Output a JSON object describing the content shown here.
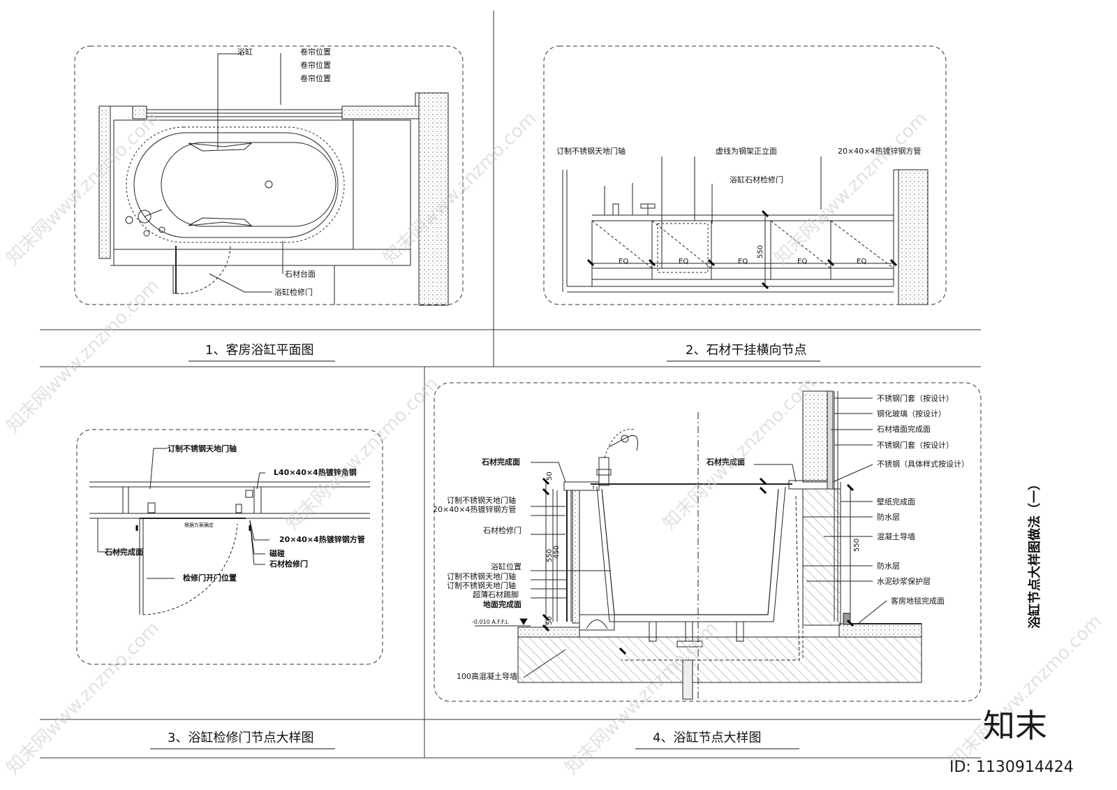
{
  "sheet_title": "浴缸节点大样图做法（一）",
  "panels": {
    "p1": {
      "title": "1、客房浴缸平面图",
      "labels": [
        "浴缸",
        "卷帘位置",
        "卷帘位置",
        "卷帘位置",
        "石材台面",
        "浴缸检修门"
      ]
    },
    "p2": {
      "title": "2、石材干挂横向节点",
      "labels": [
        "订制不锈钢天地门轴",
        "虚线为钢架正立面",
        "20×40×4热镀锌钢方管",
        "浴缸石材检修门"
      ],
      "dims": [
        "EQ",
        "EQ",
        "EQ",
        "EQ",
        "EQ",
        "550"
      ]
    },
    "p3": {
      "title": "3、浴缸检修门节点大样图",
      "labels": [
        "订制不锈钢天地门轴",
        "L40×40×4热镀锌角钢",
        "石材完成面",
        "20×40×4热镀锌钢方管",
        "磁碰",
        "石材检修门",
        "检修门开门位置"
      ],
      "note": "根据方案确定"
    },
    "p4": {
      "title": "4、浴缸节点大样图",
      "left_labels": [
        "石材完成面",
        "订制不锈钢天地门轴",
        "20×40×4热镀锌钢方管",
        "石材检修门",
        "浴缸位置",
        "订制不锈钢天地门轴",
        "订制不锈钢天地门轴",
        "超薄石材踢脚",
        "地面完成面",
        "100高混凝土导墙"
      ],
      "center_label": "石材完成面",
      "right_labels": [
        "不锈钢门套（按设计）",
        "钢化玻璃（按设计）",
        "石材墙面完成面",
        "不锈钢门套（按设计）",
        "不锈钢（具体样式按设计）",
        "壁纸完成面",
        "防水层",
        "混凝土导墙",
        "防水层",
        "水泥砂浆保护层",
        "客房地毯完成面"
      ],
      "level": "-0.010 A.F.F.L",
      "dims": [
        "50",
        "550",
        "450",
        "550",
        "50"
      ]
    }
  },
  "watermark": {
    "text": "知末网www.znzmo.com",
    "brand": "知末",
    "id": "ID: 1130914424"
  }
}
